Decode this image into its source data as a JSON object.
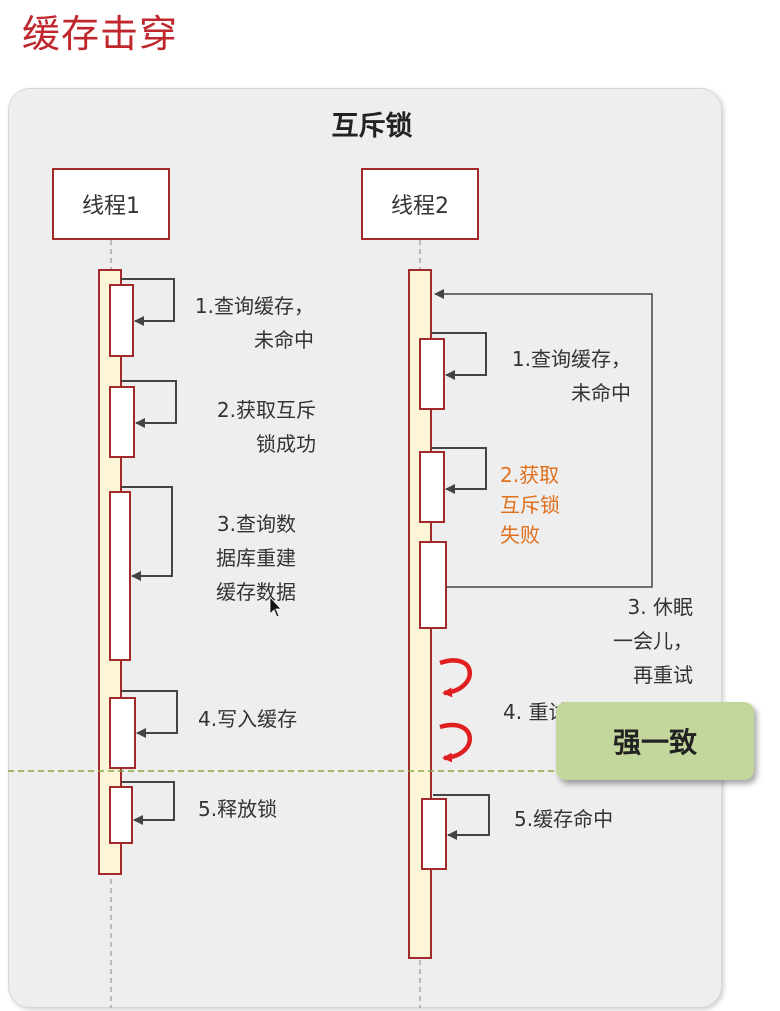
{
  "page_title": "缓存击穿",
  "diagram_title": "互斥锁",
  "actors": [
    "线程1",
    "线程2"
  ],
  "thread1_steps": [
    [
      "1.查询缓存，",
      "未命中"
    ],
    [
      "2.获取互斥",
      "锁成功"
    ],
    [
      "3.查询数",
      "据库重建",
      "缓存数据"
    ],
    [
      "4.写入缓存"
    ],
    [
      "5.释放锁"
    ]
  ],
  "thread2_steps": [
    [
      "1.查询缓存，",
      "未命中"
    ],
    [
      "2.获取",
      "互斥锁",
      "失败"
    ],
    [
      "3. 休眠",
      "一会儿，",
      "再重试"
    ],
    [
      "4. 重试"
    ],
    [
      "5.缓存命中"
    ]
  ],
  "badge": "强一致",
  "colors": {
    "title_red": "#c0272d",
    "lifeline_fill": "#fcf5d8",
    "box_border": "#a32a2a",
    "warning_orange": "#e0701c",
    "retry_red": "#e02020",
    "badge_green": "#c3d69b",
    "divider_green": "#8aa84a"
  }
}
